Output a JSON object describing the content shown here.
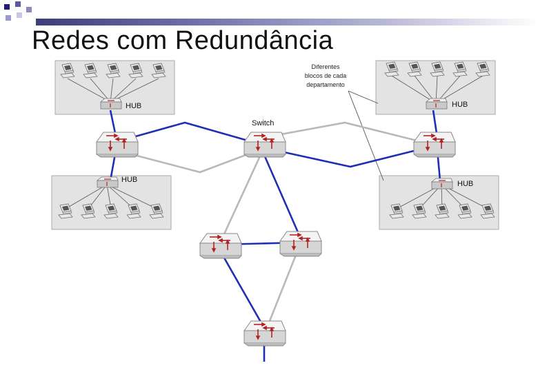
{
  "slide": {
    "title": "Redes com Redundância"
  },
  "diagram": {
    "switch_label": "Switch",
    "hub_label": "HUB",
    "callout_lines": [
      "Diferentes",
      "blocos de cada",
      "departamento"
    ]
  },
  "colors": {
    "blue_link": "#1f2fb4",
    "gray_link": "#b8b8b8",
    "block_fill": "#e3e3e3"
  },
  "icons": [
    "switch-icon",
    "hub-icon",
    "computer-icon"
  ]
}
